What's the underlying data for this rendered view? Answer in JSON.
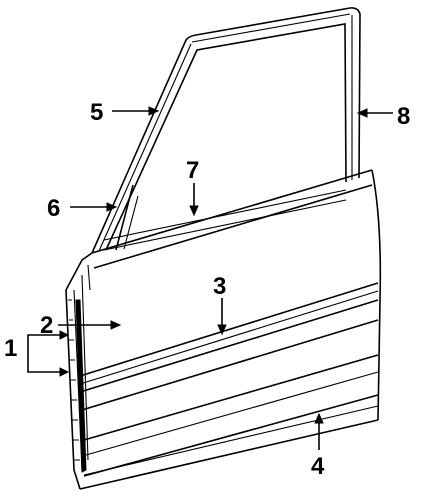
{
  "diagram": {
    "callouts": [
      {
        "id": "c1",
        "text": "1"
      },
      {
        "id": "c2",
        "text": "2"
      },
      {
        "id": "c3",
        "text": "3"
      },
      {
        "id": "c4",
        "text": "4"
      },
      {
        "id": "c5",
        "text": "5"
      },
      {
        "id": "c6",
        "text": "6"
      },
      {
        "id": "c7",
        "text": "7"
      },
      {
        "id": "c8",
        "text": "8"
      }
    ],
    "colors": {
      "ink": "#000000",
      "paper": "#ffffff"
    }
  }
}
